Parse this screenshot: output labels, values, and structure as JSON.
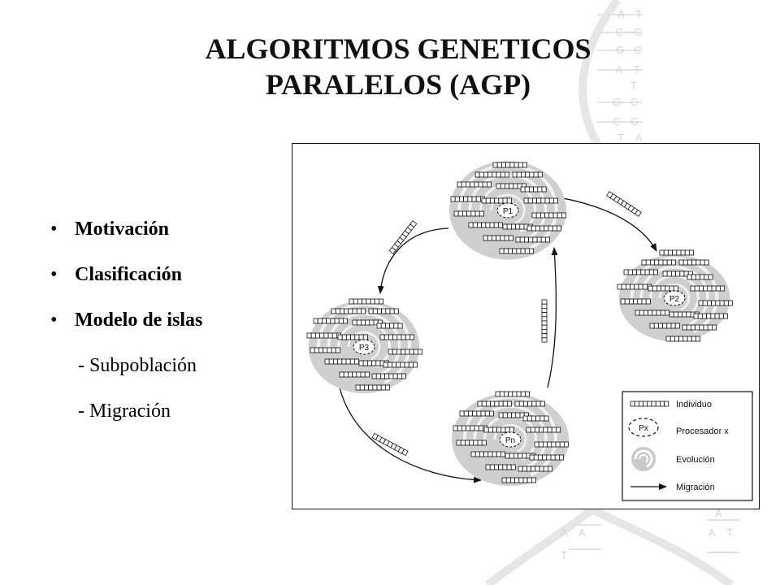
{
  "slide": {
    "title_line1": "ALGORITMOS GENETICOS",
    "title_line2": "PARALELOS (AGP)"
  },
  "bullets": [
    {
      "text": "Motivación"
    },
    {
      "text": "Clasificación"
    },
    {
      "text": "Modelo de islas"
    }
  ],
  "sub_items": [
    {
      "text": "- Subpoblación"
    },
    {
      "text": "- Migración"
    }
  ],
  "diagram": {
    "islands": [
      {
        "label": "P1"
      },
      {
        "label": "P2"
      },
      {
        "label": "P3"
      },
      {
        "label": "Pn"
      }
    ],
    "legend": [
      {
        "icon": "individual-icon",
        "text": "Individuo"
      },
      {
        "icon": "processor-icon",
        "text": "Procesador x",
        "icon_label": "Px"
      },
      {
        "icon": "evolution-icon",
        "text": "Evolución"
      },
      {
        "icon": "arrow-icon",
        "text": "Migración"
      }
    ]
  },
  "background": {
    "dna_labels": [
      "A",
      "T",
      "C",
      "G",
      "G",
      "C",
      "A",
      "T",
      "T",
      "G",
      "C",
      "C",
      "G",
      "T",
      "A",
      "A",
      "A",
      "T",
      "A",
      "A",
      "T"
    ]
  }
}
